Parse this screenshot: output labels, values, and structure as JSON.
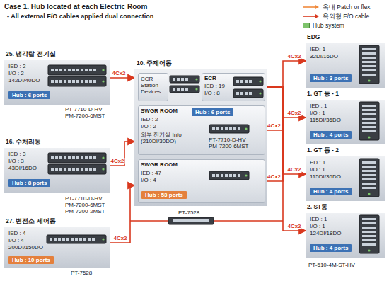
{
  "diagram": {
    "title": "Case 1. Hub located at each Electric Room",
    "nodes": [
      {
        "text": [
          "25. 냉각탑 전기실",
          "IED : 2",
          "I/O : 2",
          "142DI/40DO"
        ]
      },
      {
        "text": [
          "Hub : 6 ports"
        ],
        "in": 0
      },
      {
        "text": [
          "10. 주제어동"
        ]
      },
      {
        "text": [
          "CCR Station Devices"
        ],
        "in": 2
      },
      {
        "text": [
          "ECR",
          "IED : 19",
          "I/O : 8"
        ],
        "in": 2
      },
      {
        "text": [
          "SWGR ROOM",
          "IED : 2",
          "I/O : 2",
          "외부 전기실 Info (210DI/30DO)"
        ],
        "in": 2
      },
      {
        "text": [
          "Hub : 6 ports"
        ],
        "in": 5
      },
      {
        "text": [
          "SWGR ROOM",
          "IED : 47",
          "I/O : 4"
        ],
        "in": 2
      },
      {
        "text": [
          "Hub : 53 ports"
        ],
        "in": 7
      },
      {
        "text": [
          "16. 수처리동",
          "IED : 3",
          "I/O : 3",
          "43DI/16DO"
        ]
      },
      {
        "text": [
          "Hub : 8 ports"
        ],
        "in": 9
      },
      {
        "text": [
          "27. 변전소 제어동",
          "IED : 4",
          "I/O : 4",
          "200DI/150DO"
        ]
      },
      {
        "text": [
          "Hub : 10 ports"
        ],
        "in": 11
      },
      {
        "text": [
          "EDG",
          "IED: 1",
          "32DI/16DO"
        ]
      },
      {
        "text": [
          "Hub : 3 ports"
        ],
        "in": 13
      },
      {
        "text": [
          "1. GT 동 - 1",
          "IED : 1",
          "I/O : 1",
          "115DI/36DO"
        ]
      },
      {
        "text": [
          "Hub : 4 ports"
        ],
        "in": 15
      },
      {
        "text": [
          "1. GT 동 - 2",
          "ED : 1",
          "I/O : 1",
          "115DI/36DO"
        ]
      },
      {
        "text": [
          "Hub : 4 ports"
        ],
        "in": 17
      },
      {
        "text": [
          "2. ST동",
          "IED : 1",
          "I/O : 1",
          "124DI/18DO"
        ]
      },
      {
        "text": [
          "Hub : 4 ports"
        ],
        "in": 19
      }
    ],
    "edges": [
      {
        "from": 0,
        "to": 2,
        "label": "4Cx2",
        "arrow": "to"
      },
      {
        "from": 9,
        "to": 2,
        "label": "4Cx2",
        "arrow": "to"
      },
      {
        "from": 11,
        "to": 2,
        "label": "4Cx2",
        "arrow": "to"
      },
      {
        "from": 4,
        "to": 13,
        "label": "4Cx2",
        "arrow": "to"
      },
      {
        "from": 4,
        "to": 15,
        "label": "4Cx2",
        "arrow": "to"
      },
      {
        "from": 4,
        "to": 17,
        "label": "4Cx2",
        "arrow": "to"
      },
      {
        "from": 4,
        "to": 19,
        "label": "4Cx2",
        "arrow": "to"
      },
      {
        "from": 5,
        "to": 4,
        "label": "4Cx2",
        "arrow": "none"
      },
      {
        "from": 7,
        "to": 4,
        "label": "4Cx2",
        "arrow": "none"
      }
    ],
    "labels": [
      "- All external F/O cables applied dual connection",
      "PT-7710-D-HV PM-7200-6MST",
      "PT-7710-D-HV PM-7200-6MST PM-7200-2MST",
      "PT-7528",
      "PT-7710-D-HV PM-7200-6MST",
      "PT-7528",
      "PT-510-4M-ST-HV"
    ],
    "legend": [
      {
        "text": "옥내 Patch or flex"
      },
      {
        "text": "옥외형 F/O cable"
      },
      {
        "text": "Hub system",
        "color": "#7dc36b"
      }
    ]
  }
}
